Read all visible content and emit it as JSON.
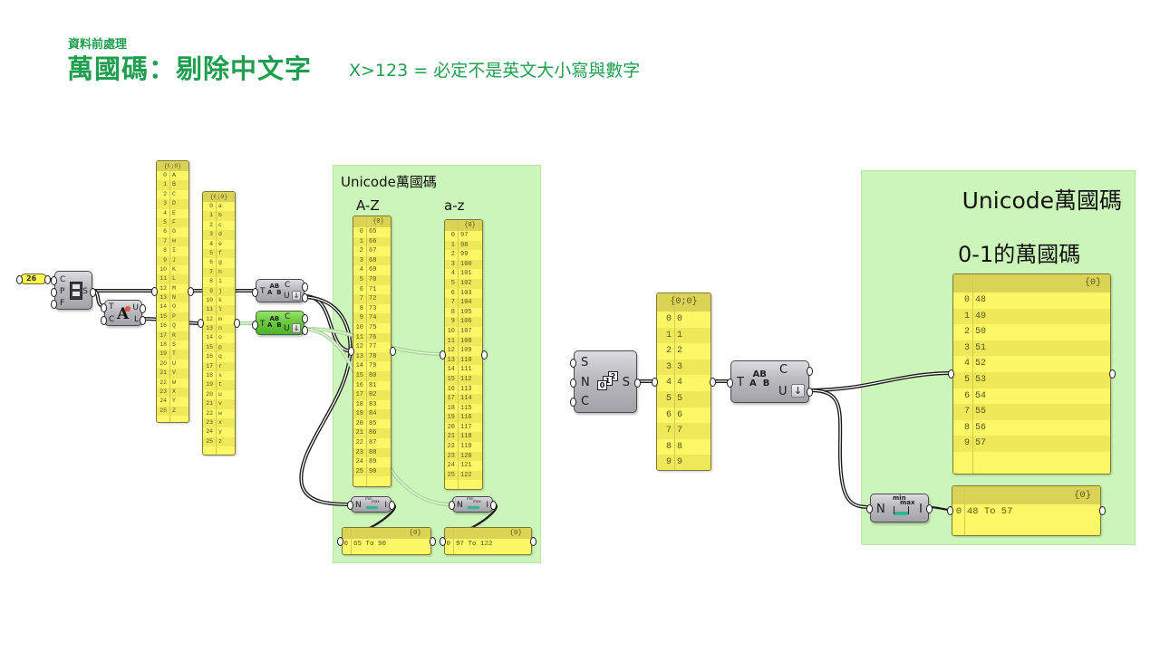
{
  "header": {
    "subtitle": "資料前處理",
    "title": "萬國碼：剔除中文字",
    "note": "X>123 = 必定不是英文大小寫與數字"
  },
  "theme": {
    "accent_green": "#1f9e4f",
    "group_fill": "#ccf6b9",
    "panel_fill": "#fcf865",
    "selected_component": "#6acb3f"
  },
  "icons": {
    "unicode_top": "AB",
    "unicode_a": "A",
    "unicode_b": "B",
    "arrow": "↓",
    "case_glyph": "A",
    "min": "min",
    "max": "max",
    "series": [
      "0",
      "1",
      "2"
    ]
  },
  "left": {
    "slider": {
      "value": "26"
    },
    "char_sequence": {
      "inputs": {
        "c": "C",
        "p": "P",
        "f": "F"
      },
      "output": "S"
    },
    "text_case": {
      "inputs": {
        "t": "T",
        "c": "C"
      },
      "outputs": {
        "u": "U",
        "l": "L"
      }
    },
    "panel_upper": {
      "path": "{0;0}",
      "items": [
        "A",
        "B",
        "C",
        "D",
        "E",
        "F",
        "G",
        "H",
        "I",
        "J",
        "K",
        "L",
        "M",
        "N",
        "O",
        "P",
        "Q",
        "R",
        "S",
        "T",
        "U",
        "V",
        "W",
        "X",
        "Y",
        "Z"
      ]
    },
    "panel_lower": {
      "path": "{0;0}",
      "items": [
        "a",
        "b",
        "c",
        "d",
        "e",
        "f",
        "g",
        "h",
        "i",
        "j",
        "k",
        "l",
        "m",
        "n",
        "o",
        "p",
        "q",
        "r",
        "s",
        "t",
        "u",
        "v",
        "w",
        "x",
        "y",
        "z"
      ]
    },
    "to_unicode_1": {
      "input": "T",
      "outputs": {
        "c": "C",
        "u": "U"
      }
    },
    "to_unicode_2": {
      "input": "T",
      "outputs": {
        "c": "C",
        "u": "U"
      },
      "selected": true
    }
  },
  "group_letters": {
    "title": "Unicode萬國碼",
    "label_upper": "A-Z",
    "label_lower": "a-z",
    "panel_upper": {
      "path": "{0}",
      "items": [
        "65",
        "66",
        "67",
        "68",
        "69",
        "70",
        "71",
        "72",
        "73",
        "74",
        "75",
        "76",
        "77",
        "78",
        "79",
        "80",
        "81",
        "82",
        "83",
        "84",
        "85",
        "86",
        "87",
        "88",
        "89",
        "90"
      ]
    },
    "panel_lower": {
      "path": "{0}",
      "items": [
        "97",
        "98",
        "99",
        "100",
        "101",
        "102",
        "103",
        "104",
        "105",
        "106",
        "107",
        "108",
        "109",
        "110",
        "111",
        "112",
        "113",
        "114",
        "115",
        "116",
        "117",
        "118",
        "119",
        "120",
        "121",
        "122"
      ]
    },
    "bounds_upper": {
      "input": "N",
      "output": "I"
    },
    "bounds_lower": {
      "input": "N",
      "output": "I"
    },
    "result_upper": {
      "path": "{0}",
      "items": [
        "65 To 90"
      ]
    },
    "result_lower": {
      "path": "{0}",
      "items": [
        "97 To 122"
      ]
    }
  },
  "middle": {
    "series": {
      "inputs": {
        "s": "S",
        "n": "N",
        "c": "C"
      },
      "output": "S"
    },
    "panel_digits": {
      "path": "{0;0}",
      "items": [
        "0",
        "1",
        "2",
        "3",
        "4",
        "5",
        "6",
        "7",
        "8",
        "9"
      ]
    },
    "to_unicode": {
      "input": "T",
      "outputs": {
        "c": "C",
        "u": "U"
      }
    }
  },
  "group_digits": {
    "title": "Unicode萬國碼",
    "subtitle": "0-1的萬國碼",
    "panel_codes": {
      "path": "{0}",
      "items": [
        "48",
        "49",
        "50",
        "51",
        "52",
        "53",
        "54",
        "55",
        "56",
        "57"
      ]
    },
    "bounds": {
      "input": "N",
      "output": "I"
    },
    "result": {
      "path": "{0}",
      "items": [
        "48 To 57"
      ]
    }
  }
}
